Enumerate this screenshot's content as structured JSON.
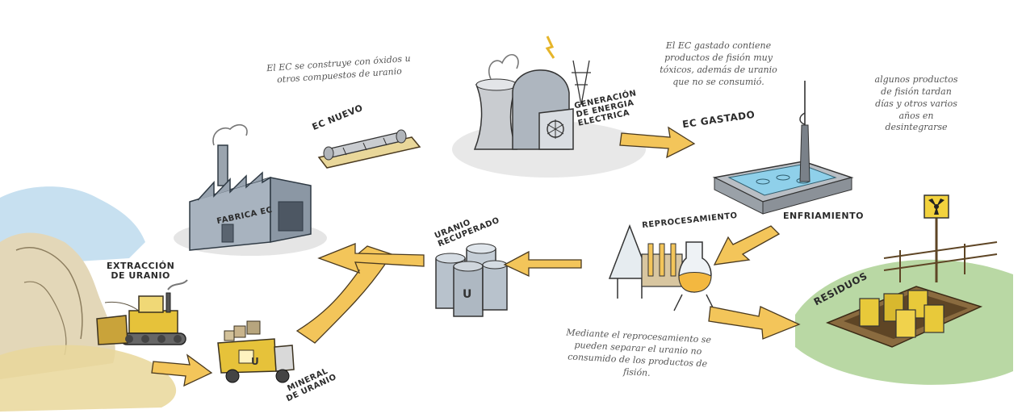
{
  "labels": {
    "extraction": "EXTRACCIÓN\nDE URANIO",
    "mineral": "MINERAL\nDE URANIO",
    "factory": "FABRICA EC",
    "new_fuel": "EC NUEVO",
    "generation": "GENERACIÓN\nDE ENERGIA\nELECTRICA",
    "spent_fuel": "EC GASTADO",
    "cooling": "ENFRIAMIENTO",
    "reprocessing": "REPROCESAMIENTO",
    "recovered_uranium": "URANIO\nRECUPERADO",
    "waste": "RESIDUOS",
    "barrel_letter": "U"
  },
  "notes": {
    "fabrication": "El EC se construye con óxidos u\notros compuestos de uranio",
    "spent": "El EC gastado contiene\nproductos de fisión muy\ntóxicos, además de uranio\nque no se consumió.",
    "decay": "algunos productos\nde fisión tardan\ndías y otros varios\naños en\ndesintegrarse",
    "reprocess": "Mediante el reprocesamiento se\npueden separar el uranio no\nconsumido de los productos de\nfisión."
  },
  "colors": {
    "arrow": "#f3c55a",
    "arrow_outline": "#4a3a20",
    "sky": "#a9cfe8",
    "sand": "#e9d79a",
    "grass": "#7fb85a",
    "water": "#8fd0ea",
    "concrete": "#c9ccd0",
    "barrel_yellow": "#e8c93a",
    "barrel_grey": "#b8c2cc"
  }
}
